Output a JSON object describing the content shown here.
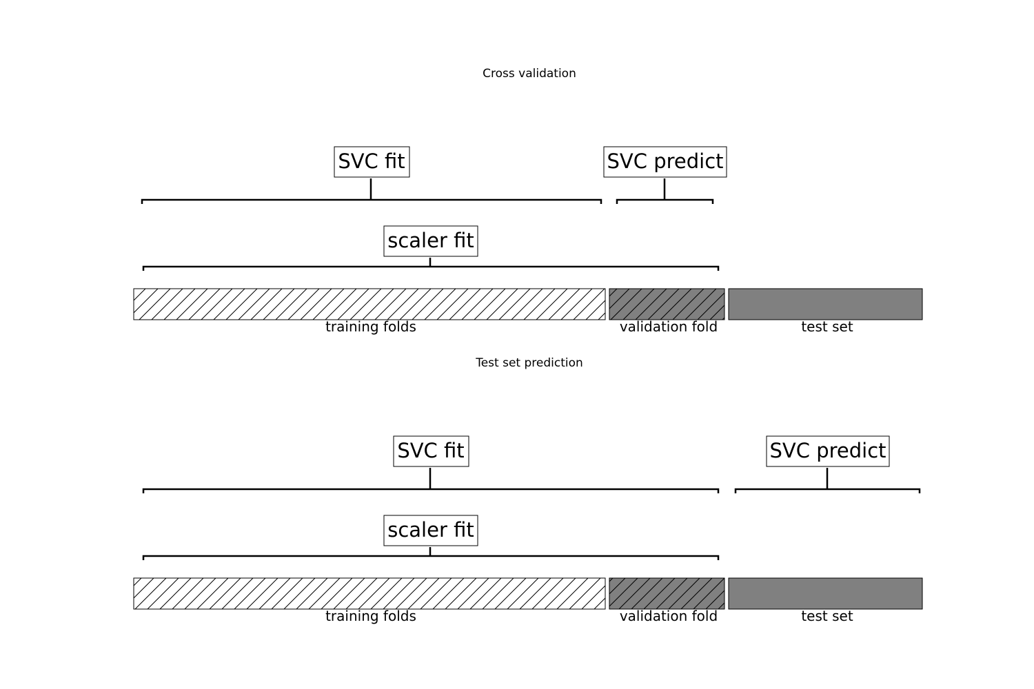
{
  "panels": [
    {
      "title": "Cross validation",
      "segments": {
        "training": "training folds",
        "validation": "validation fold",
        "test": "test set"
      },
      "steps": {
        "svc_fit": "SVC fit",
        "svc_predict": "SVC predict",
        "scaler_fit": "scaler fit"
      }
    },
    {
      "title": "Test set prediction",
      "segments": {
        "training": "training folds",
        "validation": "validation fold",
        "test": "test set"
      },
      "steps": {
        "svc_fit": "SVC fit",
        "svc_predict": "SVC predict",
        "scaler_fit": "scaler fit"
      }
    }
  ],
  "colors": {
    "hatch_light_fill": "#ffffff",
    "hatch_dark_fill": "#808080",
    "solid_fill": "#808080",
    "stroke": "#000000"
  }
}
